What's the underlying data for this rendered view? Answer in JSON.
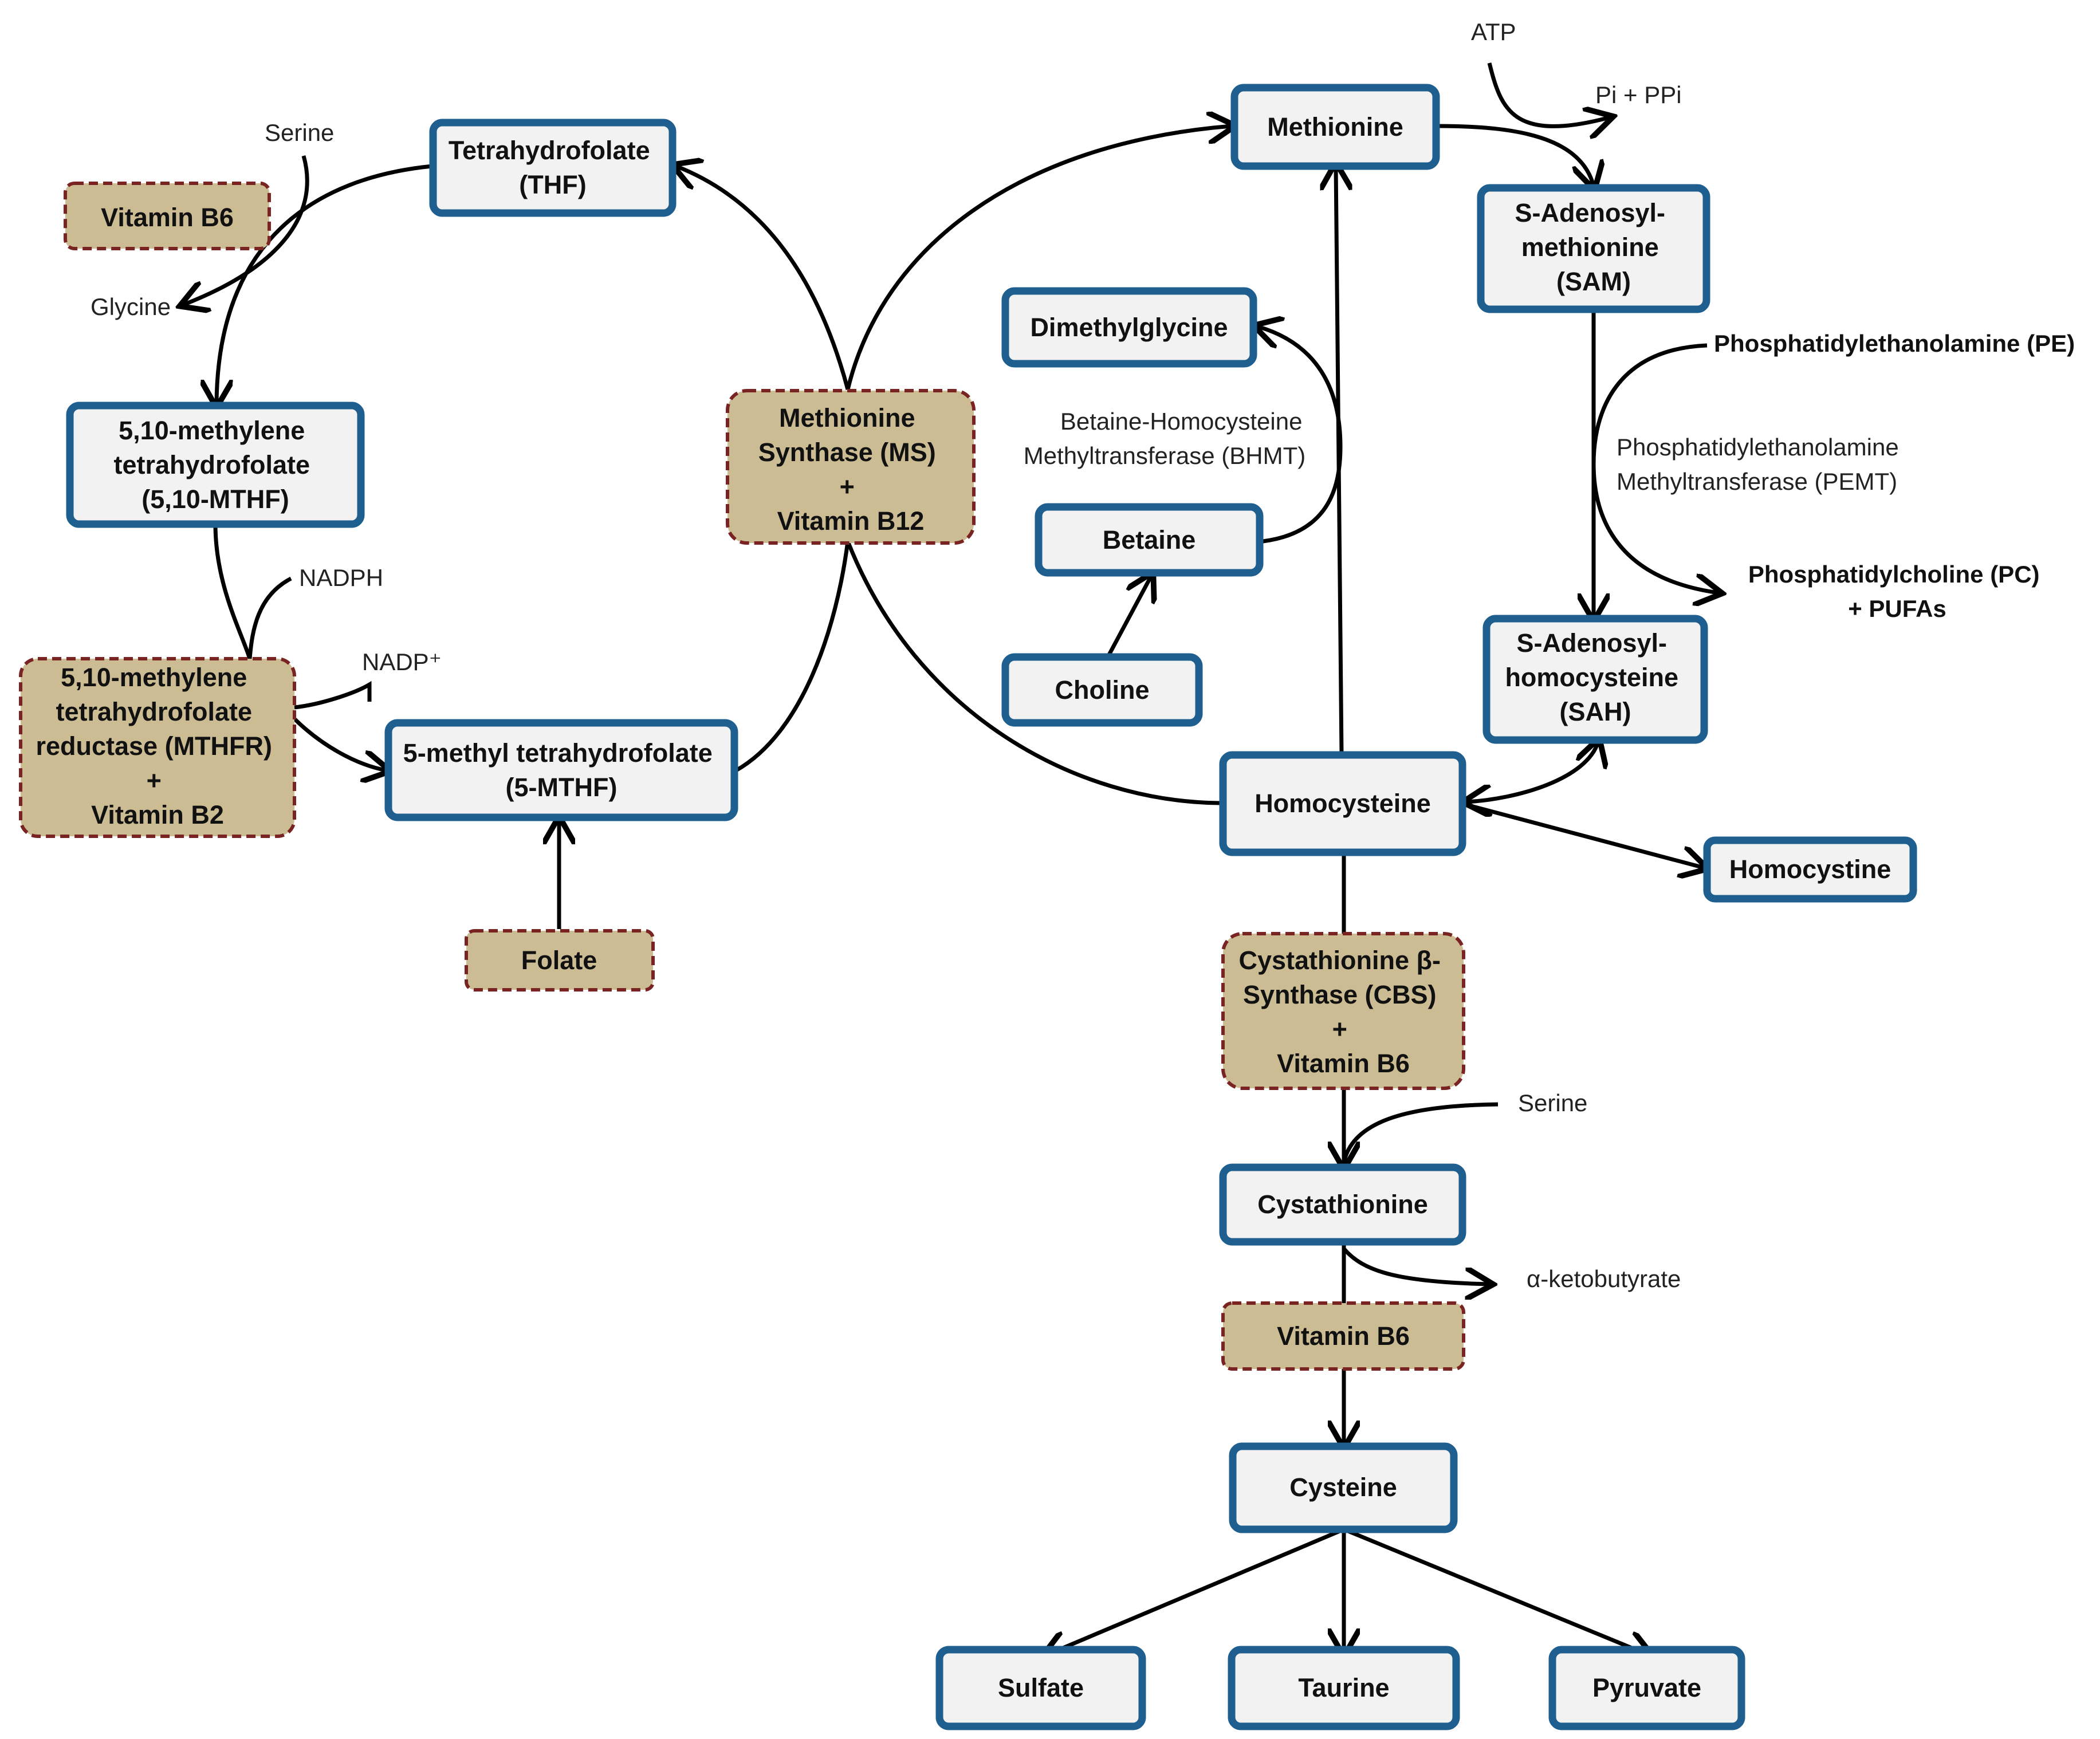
{
  "colors": {
    "node_fill": "#f2f2f2",
    "node_border": "#1f5f8f",
    "cofactor_fill": "#cbbc93",
    "cofactor_border": "#7a2323",
    "edge": "#000000"
  },
  "nodes": {
    "thf": [
      "Tetrahydrofolate",
      "(THF)"
    ],
    "vitb6_left": [
      "Vitamin B6"
    ],
    "mthf_510": [
      "5,10-methylene",
      "tetrahydrofolate",
      "(5,10-MTHF)"
    ],
    "mthfr": [
      "5,10-methylene",
      "tetrahydrofolate",
      "reductase (MTHFR)",
      "+",
      "Vitamin B2"
    ],
    "mthf5": [
      "5-methyl tetrahydrofolate",
      "(5-MTHF)"
    ],
    "folate": [
      "Folate"
    ],
    "ms": [
      "Methionine",
      "Synthase (MS)",
      "+",
      "Vitamin B12"
    ],
    "methionine": [
      "Methionine"
    ],
    "dmg": [
      "Dimethylglycine"
    ],
    "betaine": [
      "Betaine"
    ],
    "choline": [
      "Choline"
    ],
    "sam": [
      "S-Adenosyl-",
      "methionine",
      "(SAM)"
    ],
    "sah": [
      "S-Adenosyl-",
      "homocysteine",
      "(SAH)"
    ],
    "homocysteine": [
      "Homocysteine"
    ],
    "homocystine": [
      "Homocystine"
    ],
    "cbs": [
      "Cystathionine β-",
      "Synthase (CBS)",
      "+",
      "Vitamin B6"
    ],
    "cystathionine": [
      "Cystathionine"
    ],
    "vitb6_bottom": [
      "Vitamin B6"
    ],
    "cysteine": [
      "Cysteine"
    ],
    "sulfate": [
      "Sulfate"
    ],
    "taurine": [
      "Taurine"
    ],
    "pyruvate": [
      "Pyruvate"
    ]
  },
  "labels": {
    "serine_top": [
      "Serine"
    ],
    "glycine": [
      "Glycine"
    ],
    "nadph": [
      "NADPH"
    ],
    "nadp": [
      "NADP⁺"
    ],
    "atp": [
      "ATP"
    ],
    "pi_ppi": [
      "Pi + PPi"
    ],
    "bhmt": [
      "Betaine-Homocysteine",
      "Methyltransferase (BHMT)"
    ],
    "pe": [
      "Phosphatidylethanolamine (PE)"
    ],
    "pemt": [
      "Phosphatidylethanolamine",
      "Methyltransferase (PEMT)"
    ],
    "pc": [
      "Phosphatidylcholine (PC)",
      "+ PUFAs"
    ],
    "serine_bottom": [
      "Serine"
    ],
    "ketobutyrate": [
      "α-ketobutyrate"
    ]
  }
}
